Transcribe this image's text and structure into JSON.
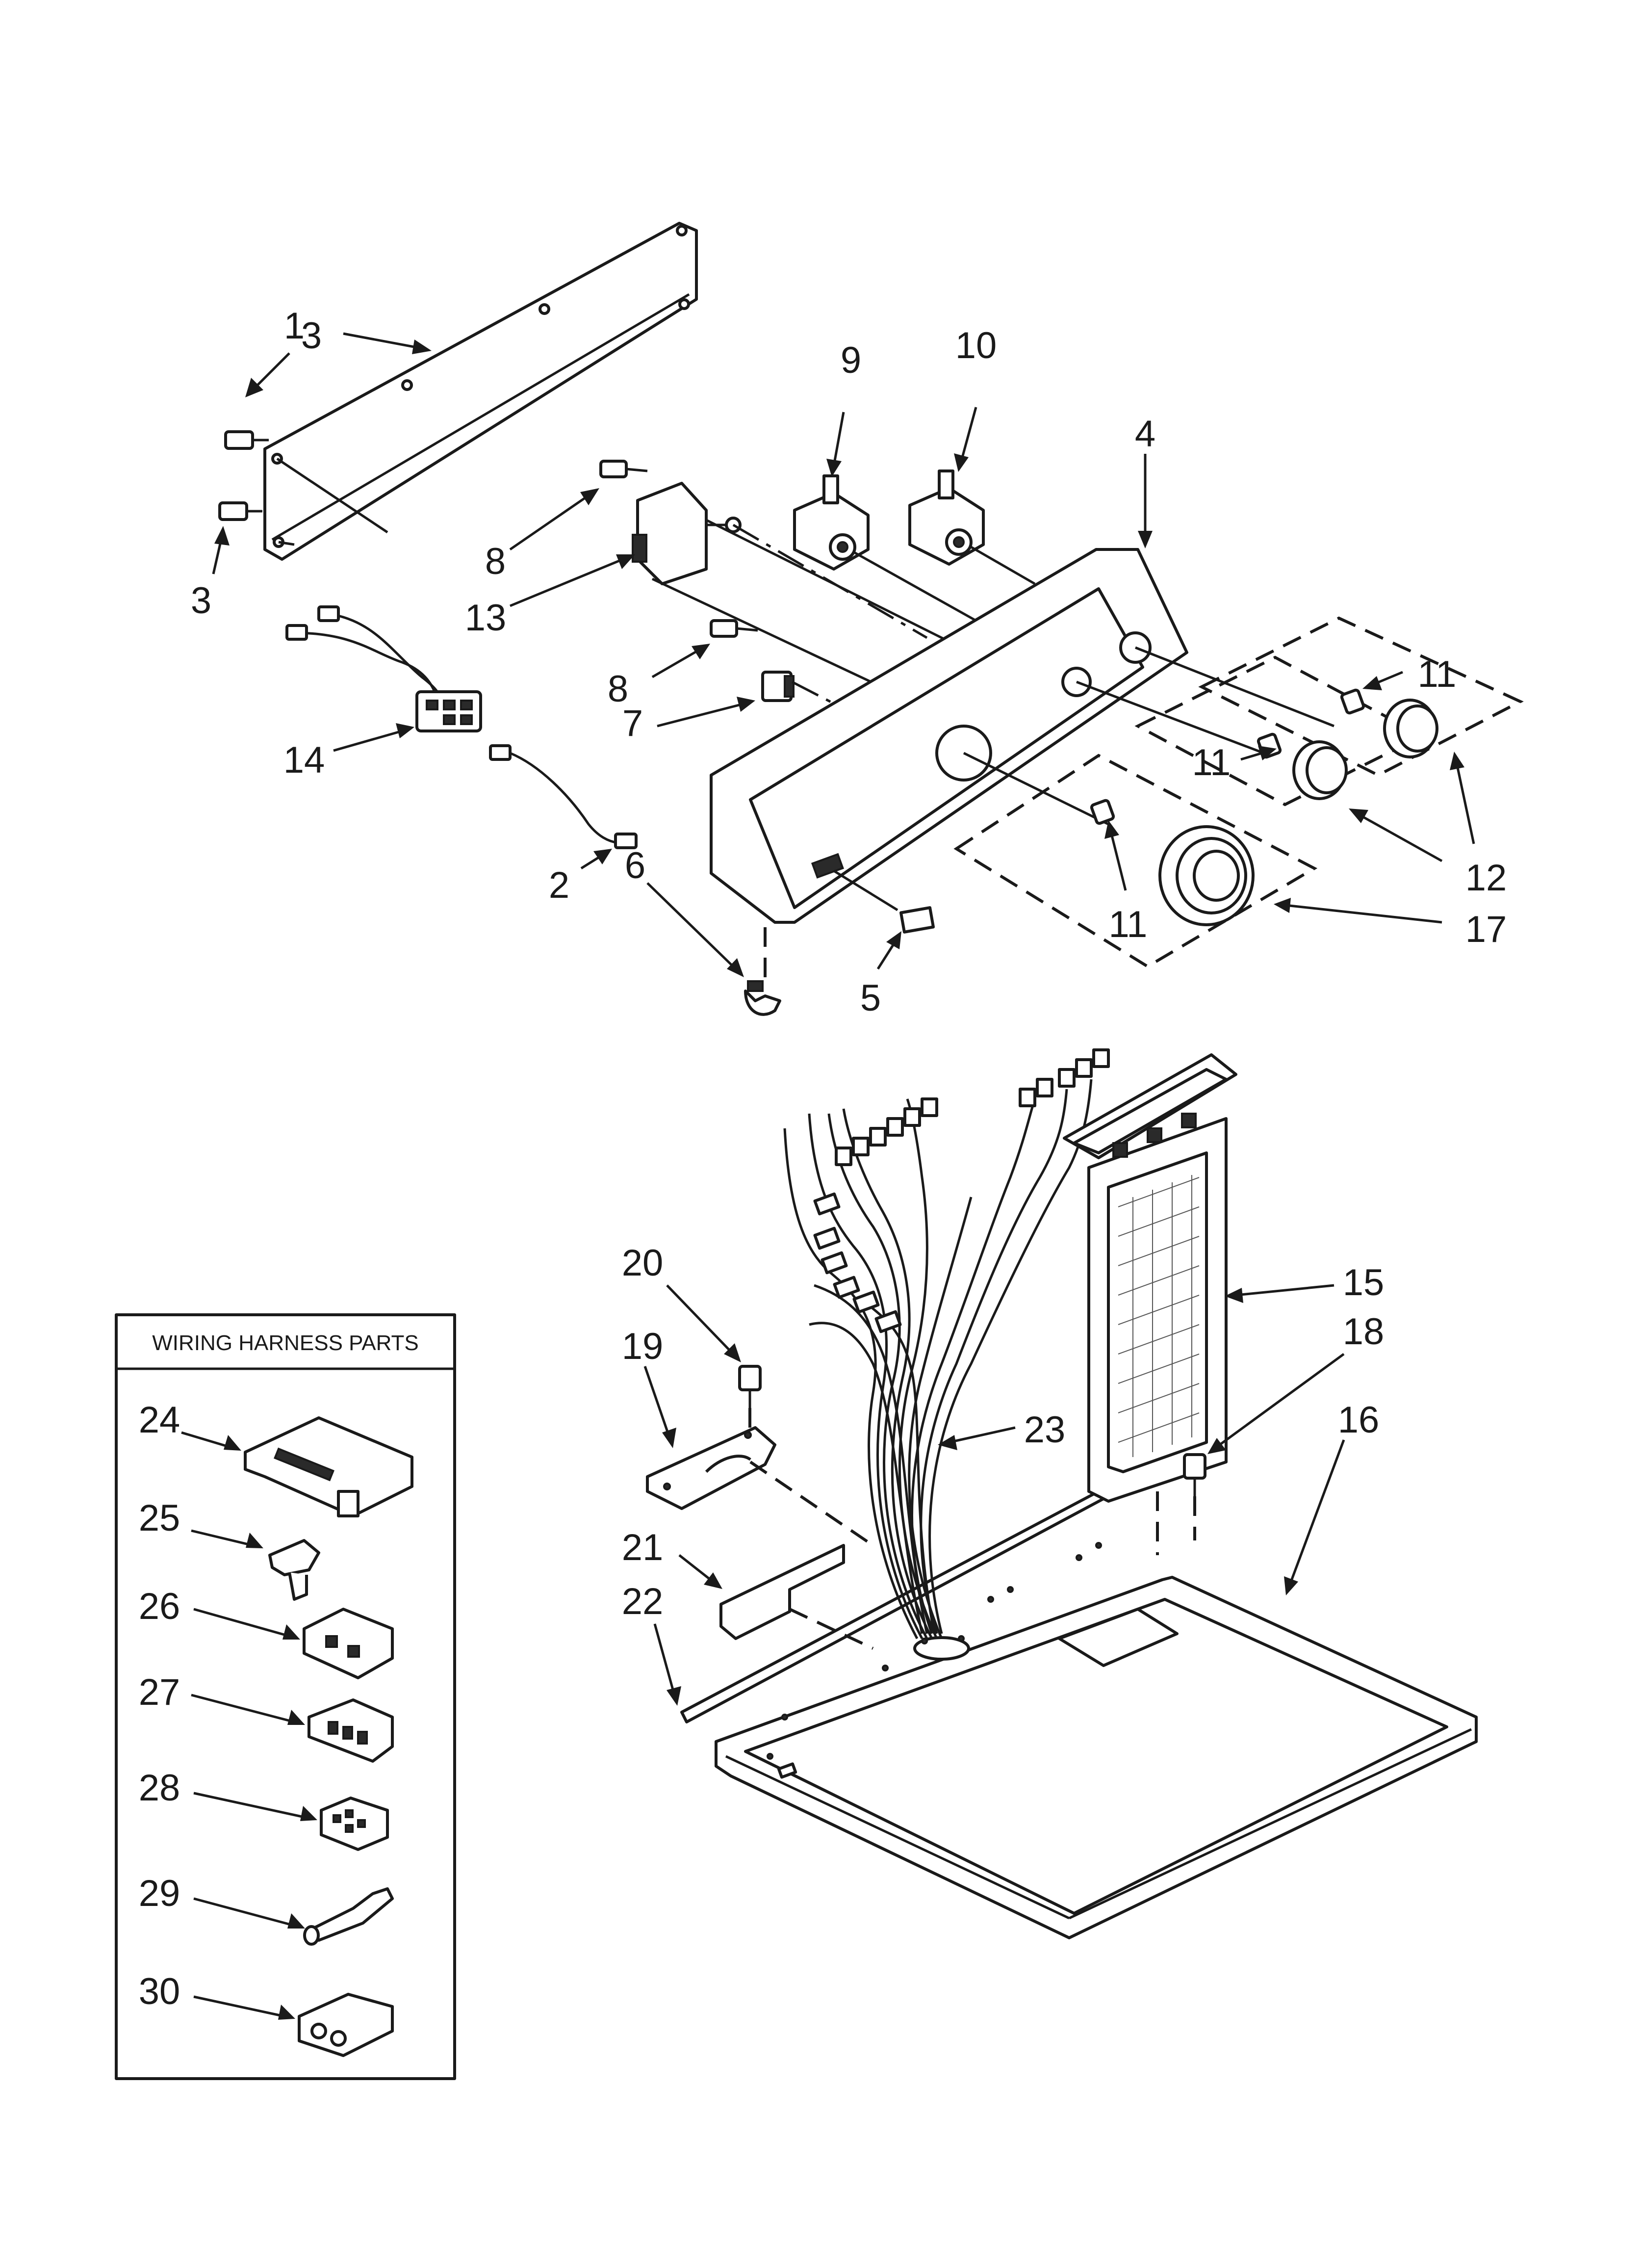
{
  "inset": {
    "title": "WIRING HARNESS PARTS"
  },
  "callouts": [
    {
      "id": "c1",
      "text": "1"
    },
    {
      "id": "c2",
      "text": "2"
    },
    {
      "id": "c3a",
      "text": "3"
    },
    {
      "id": "c3b",
      "text": "3"
    },
    {
      "id": "c4",
      "text": "4"
    },
    {
      "id": "c5",
      "text": "5"
    },
    {
      "id": "c6",
      "text": "6"
    },
    {
      "id": "c7",
      "text": "7"
    },
    {
      "id": "c8a",
      "text": "8"
    },
    {
      "id": "c8b",
      "text": "8"
    },
    {
      "id": "c9",
      "text": "9"
    },
    {
      "id": "c10",
      "text": "10"
    },
    {
      "id": "c11a",
      "text": "11"
    },
    {
      "id": "c11b",
      "text": "11"
    },
    {
      "id": "c11c",
      "text": "11"
    },
    {
      "id": "c12",
      "text": "12"
    },
    {
      "id": "c13",
      "text": "13"
    },
    {
      "id": "c14",
      "text": "14"
    },
    {
      "id": "c15",
      "text": "15"
    },
    {
      "id": "c16",
      "text": "16"
    },
    {
      "id": "c17",
      "text": "17"
    },
    {
      "id": "c18",
      "text": "18"
    },
    {
      "id": "c19",
      "text": "19"
    },
    {
      "id": "c20",
      "text": "20"
    },
    {
      "id": "c21",
      "text": "21"
    },
    {
      "id": "c22",
      "text": "22"
    },
    {
      "id": "c23",
      "text": "23"
    },
    {
      "id": "c24",
      "text": "24"
    },
    {
      "id": "c25",
      "text": "25"
    },
    {
      "id": "c26",
      "text": "26"
    },
    {
      "id": "c27",
      "text": "27"
    },
    {
      "id": "c28",
      "text": "28"
    },
    {
      "id": "c29",
      "text": "29"
    },
    {
      "id": "c30",
      "text": "30"
    }
  ]
}
